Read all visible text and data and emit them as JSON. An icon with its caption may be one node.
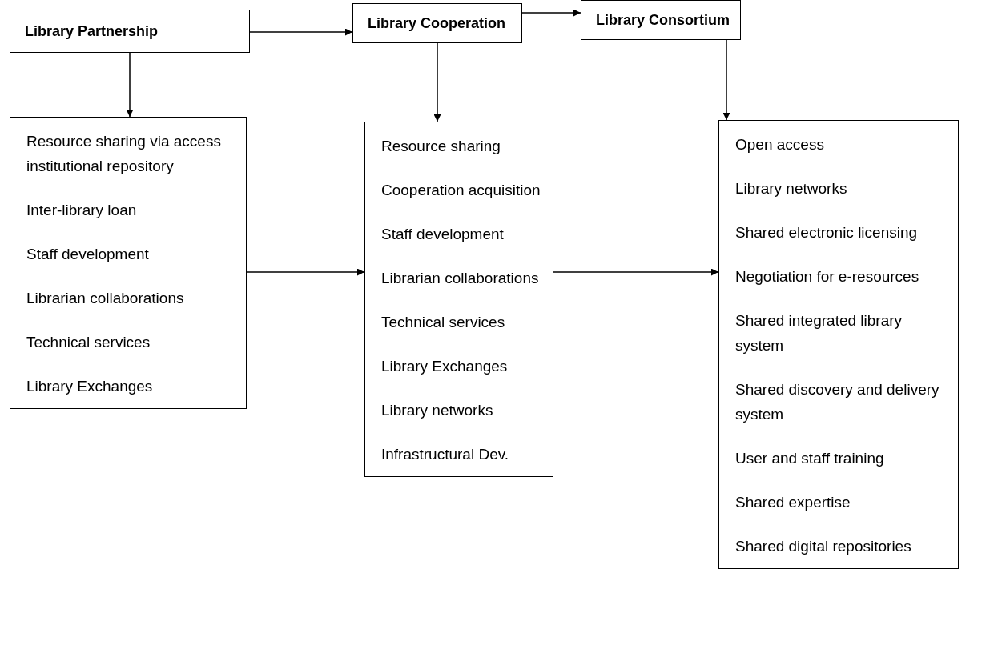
{
  "diagram": {
    "nodes": [
      {
        "text": [
          "Library Partnership"
        ]
      },
      {
        "text": [
          "Library Cooperation"
        ]
      },
      {
        "text": [
          "Library Consortium"
        ]
      },
      {
        "text": [
          "Resource sharing via access institutional repository",
          "Inter-library loan",
          "Staff development",
          "Librarian collaborations",
          "Technical services",
          "Library Exchanges"
        ]
      },
      {
        "text": [
          "Resource sharing",
          "Cooperation acquisition",
          "Staff development",
          "Librarian collaborations",
          "Technical services",
          "Library Exchanges",
          "Library networks",
          "Infrastructural Dev."
        ]
      },
      {
        "text": [
          "Open access",
          "Library networks",
          "Shared electronic licensing",
          "Negotiation for e-resources",
          "Shared integrated library system",
          "Shared discovery and delivery system",
          "User and staff training",
          "Shared expertise",
          "Shared digital repositories"
        ]
      }
    ],
    "edges": [
      {
        "from": 0,
        "to": 1,
        "arrow": "to"
      },
      {
        "from": 1,
        "to": 2,
        "arrow": "to"
      },
      {
        "from": 0,
        "to": 3,
        "arrow": "to"
      },
      {
        "from": 1,
        "to": 4,
        "arrow": "to"
      },
      {
        "from": 2,
        "to": 5,
        "arrow": "to"
      },
      {
        "from": 3,
        "to": 4,
        "arrow": "to"
      },
      {
        "from": 4,
        "to": 5,
        "arrow": "to"
      }
    ]
  }
}
